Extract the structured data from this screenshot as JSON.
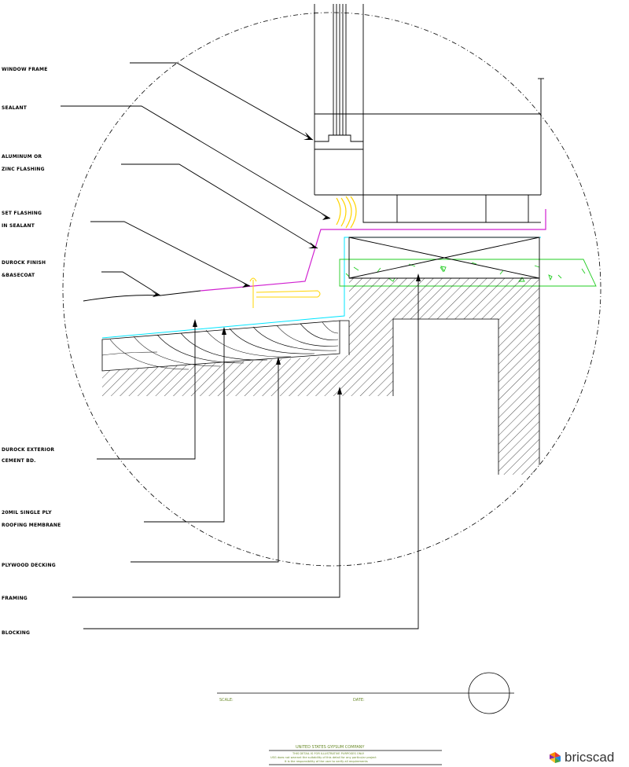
{
  "callouts": [
    {
      "id": "window-frame",
      "lines": [
        "WINDOW FRAME"
      ]
    },
    {
      "id": "sealant",
      "lines": [
        "SEALANT"
      ]
    },
    {
      "id": "flashing",
      "lines": [
        "ALUMINUM OR",
        "ZINC FLASHING"
      ]
    },
    {
      "id": "setflashing",
      "lines": [
        "SET FLASHING",
        "IN SEALANT"
      ]
    },
    {
      "id": "durock-finish",
      "lines": [
        "DUROCK FINISH",
        "&BASECOAT"
      ]
    },
    {
      "id": "durock-board",
      "lines": [
        "DUROCK EXTERIOR",
        "CEMENT BD."
      ]
    },
    {
      "id": "membrane",
      "lines": [
        "20MIL SINGLE PLY",
        "ROOFING MEMBRANE"
      ]
    },
    {
      "id": "plywood",
      "lines": [
        "PLYWOOD DECKING"
      ]
    },
    {
      "id": "framing",
      "lines": [
        "FRAMING"
      ]
    },
    {
      "id": "blocking",
      "lines": [
        "BLOCKING"
      ]
    }
  ],
  "title_block": {
    "scale_label": "SCALE:",
    "date_label": "DATE:",
    "company": "UNITED STATES GYPSUM COMPANY",
    "note_line1": "THIS DETAIL IS FOR ILLUSTRATIVE PURPOSES ONLY",
    "note_line2": "USG does not warrant the suitability of this detail for any particular project",
    "note_line3": "It is the responsibility of the user to verify all requirements"
  },
  "logo": {
    "text": "bricscad",
    "colors": {
      "bric": "#333333",
      "cad": "#1e88e5"
    }
  },
  "colors": {
    "cyan": "#00e5ff",
    "magenta": "#d020d0",
    "yellow": "#ffd400",
    "green": "#22cc22",
    "line": "#000000",
    "olive": "#6a8a2a"
  }
}
